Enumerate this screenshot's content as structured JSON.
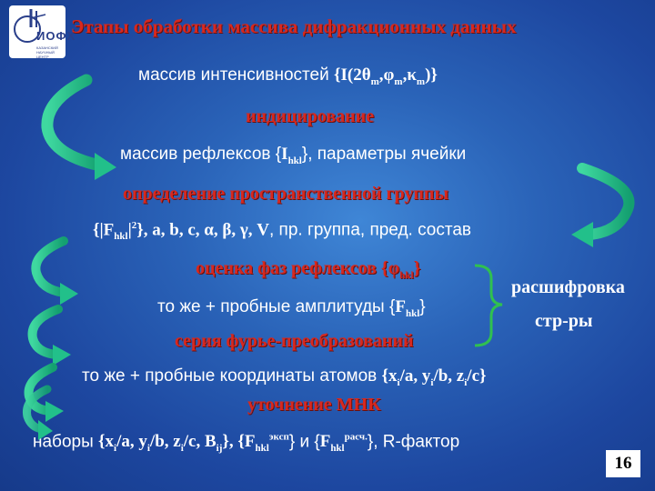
{
  "logo": {
    "text": "ИОФХ",
    "subtext": "КАЗАНСКИЙ НАУЧНЫЙ ЦЕНТР"
  },
  "title": "Этапы обработки массива дифракционных данных",
  "steps": {
    "s1_pre": "массив интенсивностей ",
    "s1_formula": "{I(2θ",
    "s1_sub1": "m",
    "s1_mid1": ",φ",
    "s1_sub2": "m",
    "s1_mid2": ",κ",
    "s1_sub3": "m",
    "s1_end": ")}",
    "r1": "индицирование",
    "s2_pre": "массив рефлексов {",
    "s2_I": "I",
    "s2_sub": "hkl",
    "s2_post": "}, параметры ячейки",
    "r2": "определение пространственной группы",
    "s3_open": "{|",
    "s3_F": "F",
    "s3_sub": "hkl",
    "s3_bar": "|",
    "s3_sup": "2",
    "s3_rest": "}, a, b, c, α, β, γ, V",
    "s3_post": ", пр. группа, пред. состав",
    "r3_pre": "оценка фаз рефлексов {",
    "r3_phi": "φ",
    "r3_sub": "hkl",
    "r3_end": "}",
    "s4_pre": "то же + пробные амплитуды {",
    "s4_F": "F",
    "s4_sub": "hkl",
    "s4_end": "}",
    "r4": "серия фурье-преобразований",
    "s5_pre": "то же + пробные координаты атомов ",
    "s5_formula": "{x",
    "s5_i1": "i",
    "s5_a": "/a, y",
    "s5_i2": "i",
    "s5_b": "/b, z",
    "s5_i3": "i",
    "s5_c": "/c}",
    "r5": "уточнение МНК",
    "s6_pre": "наборы ",
    "s6_f1": "{x",
    "s6_i1": "i",
    "s6_a": "/a, y",
    "s6_i2": "i",
    "s6_b": "/b, z",
    "s6_i3": "i",
    "s6_c": "/c, B",
    "s6_ij": "ij",
    "s6_close": "}, {",
    "s6_F1": "F",
    "s6_sub1": "hkl",
    "s6_sup1": "эксп",
    "s6_and": "} и {",
    "s6_F2": "F",
    "s6_sub2": "hkl",
    "s6_sup2": "расч.",
    "s6_end": "}, R-фактор",
    "decode1": "расшифровка",
    "decode2": "стр-ры"
  },
  "page_number": "16",
  "colors": {
    "arrow": "#22c08a",
    "accent_red": "#d8281e",
    "bracket": "#30c050"
  }
}
